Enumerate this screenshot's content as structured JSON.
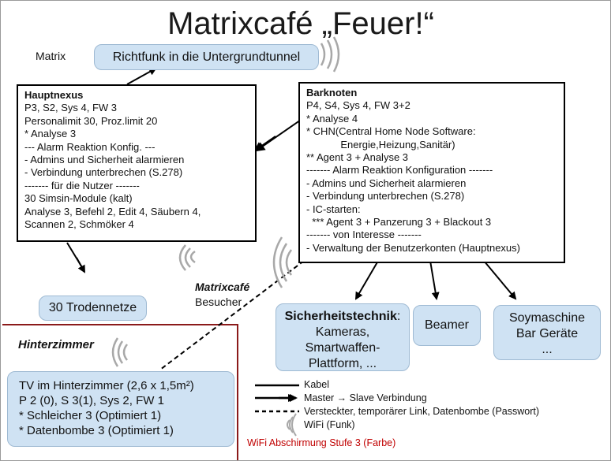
{
  "title": "Matrixcafé „Feuer!“",
  "matrix_label": "Matrix",
  "richtfunk": "Richtfunk in die Untergrundtunnel",
  "hauptnexus": {
    "heading": "Hauptnexus",
    "lines": [
      "P3, S2, Sys 4, FW 3",
      "Personalimit 30, Proz.limit 20",
      "* Analyse 3",
      "--- Alarm Reaktion Konfig. ---",
      "- Admins und Sicherheit alarmieren",
      "- Verbindung unterbrechen (S.278)",
      "------- für die Nutzer -------",
      "30 Simsin-Module (kalt)",
      "Analyse 3, Befehl 2, Edit 4, Säubern 4,",
      "Scannen 2, Schmöker 4"
    ]
  },
  "barknoten": {
    "heading": "Barknoten",
    "lines": [
      "P4, S4, Sys 4, FW 3+2",
      "* Analyse 4",
      "* CHN(Central Home Node Software:",
      "            Energie,Heizung,Sanitär)",
      "** Agent 3 + Analyse 3",
      "------- Alarm Reaktion Konfiguration -------",
      "- Admins und Sicherheit alarmieren",
      "- Verbindung unterbrechen (S.278)",
      "- IC-starten:",
      "  *** Agent 3 + Panzerung 3 + Blackout 3",
      "------- von Interesse -------",
      "- Verwaltung der Benutzerkonten (Hauptnexus)"
    ]
  },
  "trodennetze": "30 Trodennetze",
  "cafe": {
    "name": "Matrixcafé",
    "visitors": "Besucher"
  },
  "sicherheitstechnik": {
    "heading": "Sicherheitstechnik",
    "colon": ":",
    "lines": [
      "Kameras,",
      "Smartwaffen-",
      "Plattform, ..."
    ]
  },
  "beamer": "Beamer",
  "soymaschine": {
    "lines": [
      "Soymaschine",
      "Bar Geräte",
      "..."
    ]
  },
  "hinterzimmer": {
    "label": "Hinterzimmer",
    "tv_lines": [
      "TV im Hinterzimmer (2,6 x 1,5m²)",
      "P 2 (0), S 3(1), Sys 2, FW 1",
      "* Schleicher 3 (Optimiert 1)",
      "* Datenbombe 3 (Optimiert 1)"
    ]
  },
  "legend": {
    "kabel": "Kabel",
    "master_slave": "Master → Slave Verbindung",
    "versteckt": "Versteckter, temporärer Link, Datenbombe (Passwort)",
    "wifi": "WiFi (Funk)",
    "shielding": "WiFi Abschirmung Stufe 3 (Farbe)"
  },
  "colors": {
    "cloud_fill": "#cfe2f3",
    "cloud_border": "#9fbad3",
    "shielding_line": "#8b1a1a",
    "shielding_text": "#c00000"
  }
}
